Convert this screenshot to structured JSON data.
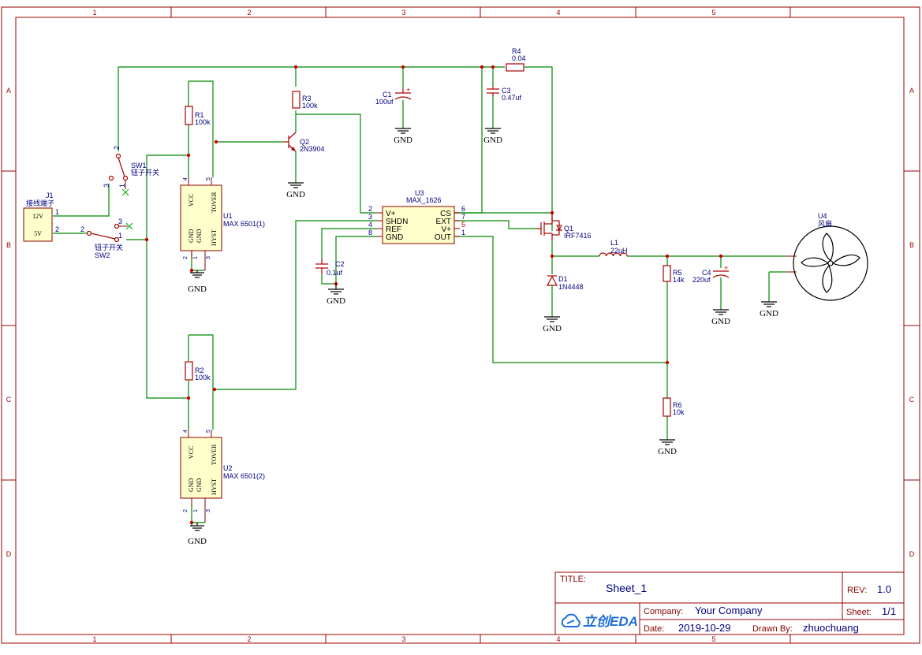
{
  "frame": {
    "col_labels": [
      "1",
      "2",
      "3",
      "4",
      "5"
    ],
    "row_labels": [
      "A",
      "B",
      "C",
      "D"
    ]
  },
  "components": {
    "J1": {
      "ref": "J1",
      "name": "接线端子",
      "pin_labels": [
        "12V",
        "5V"
      ],
      "pins": [
        "1",
        "2"
      ]
    },
    "SW1": {
      "ref": "SW1",
      "name": "钮子开关",
      "pins": [
        "2",
        "3",
        "1"
      ]
    },
    "SW2": {
      "ref": "SW2",
      "name": "钮子开关",
      "pins": [
        "2",
        "3",
        "1"
      ]
    },
    "R1": {
      "ref": "R1",
      "value": "100k"
    },
    "R2": {
      "ref": "R2",
      "value": "100k"
    },
    "R3": {
      "ref": "R3",
      "value": "100k"
    },
    "R4": {
      "ref": "R4",
      "value": "0.04"
    },
    "R5": {
      "ref": "R5",
      "value": "14k"
    },
    "R6": {
      "ref": "R6",
      "value": "10k"
    },
    "C1": {
      "ref": "C1",
      "value": "100uf"
    },
    "C2": {
      "ref": "C2",
      "value": "0.1uf"
    },
    "C3": {
      "ref": "C3",
      "value": "0.47uf"
    },
    "C4": {
      "ref": "C4",
      "value": "220uf"
    },
    "Q1": {
      "ref": "Q1",
      "value": "IRF7416"
    },
    "Q2": {
      "ref": "Q2",
      "value": "2N3904"
    },
    "D1": {
      "ref": "D1",
      "value": "1N4448"
    },
    "L1": {
      "ref": "L1",
      "value": "22uH"
    },
    "U1": {
      "ref": "U1",
      "value": "MAX 6501(1)",
      "pin_names": [
        "VCC",
        "TOVER",
        "GND",
        "GND",
        "HYST"
      ],
      "pins": [
        "4",
        "5",
        "2",
        "1",
        "3"
      ]
    },
    "U2": {
      "ref": "U2",
      "value": "MAX 6501(2)",
      "pin_names": [
        "VCC",
        "TOVER",
        "GND",
        "GND",
        "HYST"
      ],
      "pins": [
        "4",
        "5",
        "2",
        "1",
        "3"
      ]
    },
    "U3": {
      "ref": "U3",
      "value": "MAX_1626",
      "left_pins": [
        {
          "num": "2",
          "name": "V+"
        },
        {
          "num": "3",
          "name": "SHDN"
        },
        {
          "num": "4",
          "name": "REF"
        },
        {
          "num": "8",
          "name": "GND"
        }
      ],
      "right_pins": [
        {
          "num": "6",
          "name": "CS"
        },
        {
          "num": "7",
          "name": "EXT"
        },
        {
          "num": "5",
          "name": "V+"
        },
        {
          "num": "1",
          "name": "OUT"
        }
      ]
    },
    "U4": {
      "ref": "U4",
      "value": "风扇"
    }
  },
  "gnd_label": "GND",
  "title_block": {
    "title_label": "TITLE:",
    "title": "Sheet_1",
    "rev_label": "REV:",
    "rev": "1.0",
    "company_label": "Company:",
    "company": "Your Company",
    "sheet_label": "Sheet:",
    "sheet": "1/1",
    "date_label": "Date:",
    "date": "2019-10-29",
    "drawn_label": "Drawn By:",
    "drawn": "zhuochuang",
    "logo_text": "立创EDA",
    "logo_icon": "cloud-link-icon"
  },
  "colors": {
    "frame": "#990000",
    "wire": "#008800",
    "pin": "#000080",
    "body": "#ffffcc",
    "junction": "#cc0000"
  }
}
